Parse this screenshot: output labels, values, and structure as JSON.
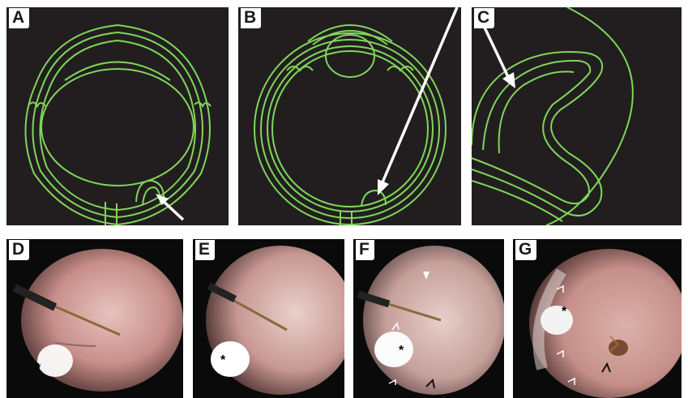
{
  "figure": {
    "panels": [
      {
        "id": "A",
        "label": "A",
        "kind": "schematic"
      },
      {
        "id": "B",
        "label": "B",
        "kind": "schematic"
      },
      {
        "id": "C",
        "label": "C",
        "kind": "schematic"
      },
      {
        "id": "D",
        "label": "D",
        "kind": "fundus-photo"
      },
      {
        "id": "E",
        "label": "E",
        "kind": "fundus-photo"
      },
      {
        "id": "F",
        "label": "F",
        "kind": "fundus-photo"
      },
      {
        "id": "G",
        "label": "G",
        "kind": "fundus-photo"
      }
    ],
    "marker_asterisk": "*",
    "colors": {
      "schematic_background": "#221e1f",
      "schematic_line": "#7fd65a",
      "arrow": "#ffffff",
      "fundus_pink": "#d8a7a2",
      "fundus_dark": "#0a0a0a"
    }
  }
}
